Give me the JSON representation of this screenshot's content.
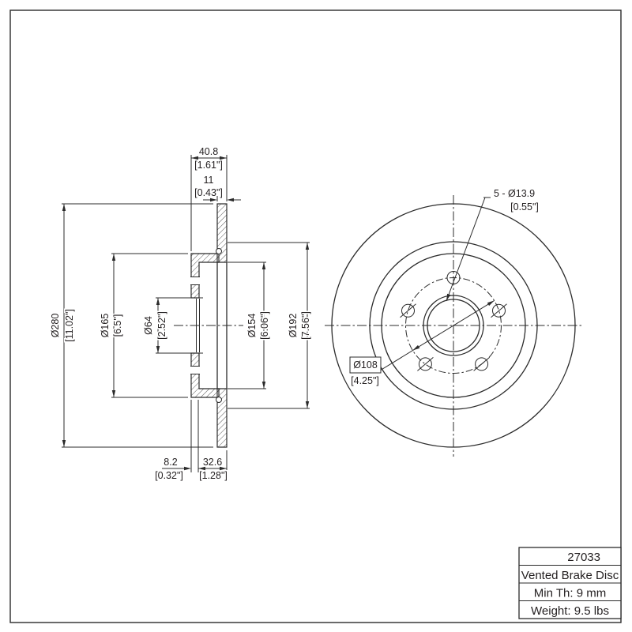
{
  "colors": {
    "line": "#2b2b2b",
    "text": "#231f20",
    "background": "#ffffff"
  },
  "section_view": {
    "dims": {
      "overall_width": {
        "mm": "40.8",
        "in": "[1.61\"]"
      },
      "disc_thickness": {
        "mm": "11",
        "in": "[0.43\"]"
      },
      "outer_diameter": {
        "mm": "Ø280",
        "in": "[11.02\"]"
      },
      "hat_diameter": {
        "mm": "Ø165",
        "in": "[6.5\"]"
      },
      "center_bore": {
        "mm": "Ø64",
        "in": "[2.52\"]"
      },
      "recess_diameter": {
        "mm": "Ø154",
        "in": "[6.06\"]"
      },
      "step_diameter": {
        "mm": "Ø192",
        "in": "[7.56\"]"
      },
      "hub_offset": {
        "mm": "8.2",
        "in": "[0.32\"]"
      },
      "hat_depth": {
        "mm": "32.6",
        "in": "[1.28\"]"
      }
    }
  },
  "front_view": {
    "dims": {
      "bolt_holes": {
        "mm": "5 - Ø13.9",
        "in": "[0.55\"]"
      },
      "bolt_circle": {
        "mm": "Ø108",
        "in": "[4.25\"]"
      }
    }
  },
  "title_block": {
    "part_number": "27033",
    "product_name": "Vented Brake Disc",
    "min_thickness": "Min Th: 9 mm",
    "weight": "Weight: 9.5 lbs"
  }
}
